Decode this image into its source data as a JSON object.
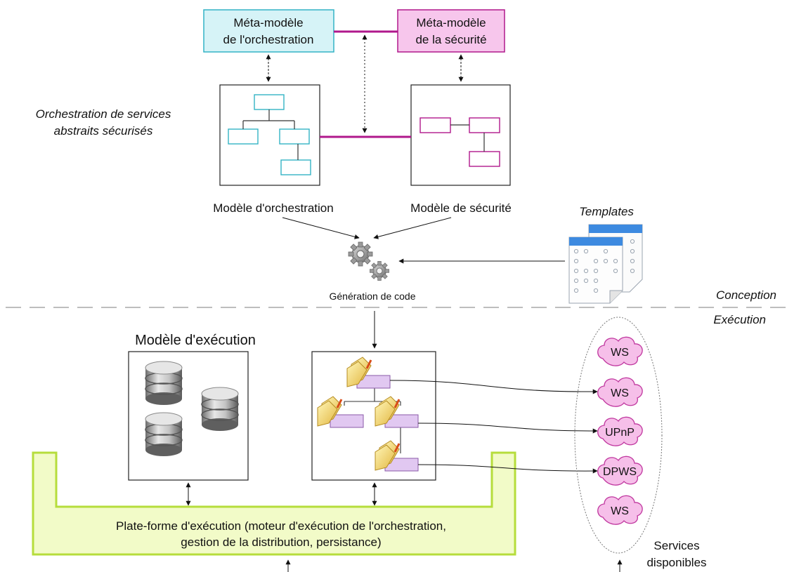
{
  "meta_models": {
    "orchestration": [
      "Méta-modèle",
      "de l'orchestration"
    ],
    "security": [
      "Méta-modèle",
      "de la sécurité"
    ]
  },
  "side_label": [
    "Orchestration de services",
    "abstraits sécurisés"
  ],
  "models": {
    "orchestration": "Modèle d'orchestration",
    "security": "Modèle de sécurité"
  },
  "templates_label": "Templates",
  "code_generation_label": "Génération de code",
  "phases": {
    "design": "Conception",
    "execution": "Exécution"
  },
  "execution_model_label": "Modèle d'exécution",
  "platform_label": [
    "Plate-forme d'exécution (moteur d'exécution de l'orchestration,",
    "gestion de la distribution, persistance)"
  ],
  "services": [
    "WS",
    "WS",
    "UPnP",
    "DPWS",
    "WS"
  ],
  "services_label": [
    "Services",
    "disponibles"
  ],
  "colors": {
    "orchestration_fill": "#d6f3f7",
    "orchestration_stroke": "#33b3c5",
    "security_fill": "#f7c6ec",
    "security_stroke": "#b0188c",
    "link": "#b0188c",
    "platform_fill": "#f2fbc8",
    "platform_stroke": "#b6dd3c",
    "cloud_fill": "#f6bfe9",
    "cloud_stroke": "#c0379f",
    "dashed_line": "#a8a8a8"
  },
  "icons": {
    "gears": "gears-icon",
    "templates": "template-documents-icon",
    "database": "database-icon",
    "service_document": "service-document-icon"
  }
}
